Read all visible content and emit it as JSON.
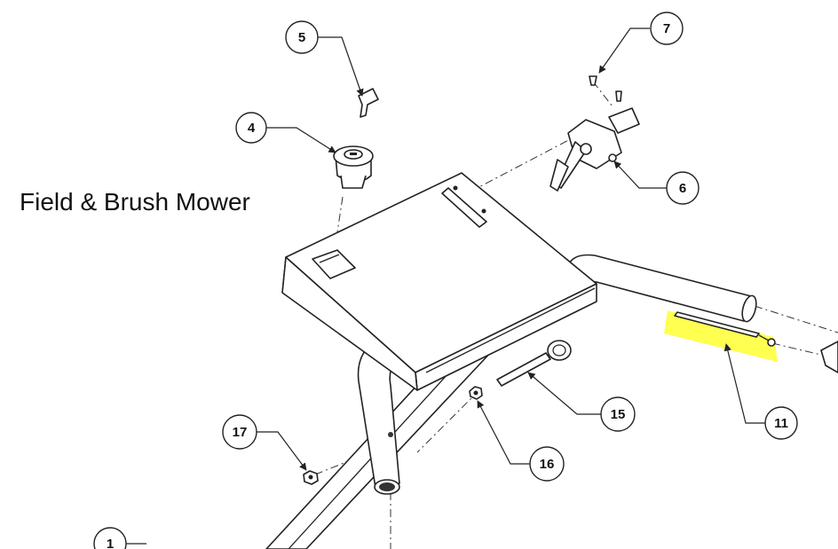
{
  "title": "Field & Brush Mower",
  "highlight_color": "#ffff33",
  "callouts": {
    "c1": "1",
    "c4": "4",
    "c5": "5",
    "c6": "6",
    "c7": "7",
    "c11": "11",
    "c15": "15",
    "c16": "16",
    "c17": "17"
  }
}
